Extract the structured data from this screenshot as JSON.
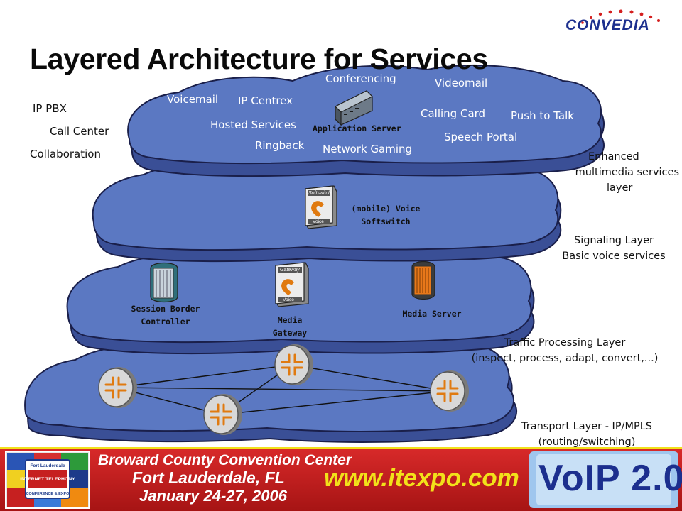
{
  "slide": {
    "title": "Layered Architecture for Services",
    "logo_text": "CONVEDIA"
  },
  "left_services": [
    "IP PBX",
    "Call Center",
    "Collaboration"
  ],
  "services": {
    "conferencing": "Conferencing",
    "videomail": "Videomail",
    "voicemail": "Voicemail",
    "ip_centrex": "IP Centrex",
    "calling_card": "Calling Card",
    "push_to_talk": "Push to Talk",
    "hosted_services": "Hosted Services",
    "speech_portal": "Speech Portal",
    "ringback": "Ringback",
    "network_gaming": "Network Gaming"
  },
  "devices": {
    "application_server": "Application Server",
    "softswitch": [
      "(mobile) Voice",
      "Softswitch"
    ],
    "softswitch_badge": "Softswitch",
    "voice_badge": "Voice",
    "gateway_badge": "Gateway",
    "session_border_controller": [
      "Session Border",
      "Controller"
    ],
    "media_gateway": [
      "Media",
      "Gateway"
    ],
    "media_server": "Media Server"
  },
  "layers": {
    "enhanced": [
      "Enhanced",
      "multimedia services",
      "layer"
    ],
    "signaling": [
      "Signaling Layer",
      "Basic voice services"
    ],
    "traffic": [
      "Traffic Processing Layer",
      "(inspect, process, adapt, convert,...)"
    ],
    "transport": [
      "Transport Layer - IP/MPLS",
      "(routing/switching)"
    ]
  },
  "banner": {
    "venue": "Broward County Convention Center",
    "city": "Fort Lauderdale, FL",
    "dates": "January 24-27, 2006",
    "url": "www.itexpo.com",
    "brand": "VoIP 2.0",
    "badge_top": "Fort Lauderdale",
    "badge_main": "INTERNET TELEPHONY",
    "badge_sub": "CONFERENCE & EXPO"
  },
  "colors": {
    "cloud_fill": "#5b78c2",
    "cloud_shadow": "#3a4f96",
    "cloud_outline": "#1a1f4a",
    "banner_red": "#c81e1e",
    "url_yellow": "#f2e11a",
    "brand_blue": "#1c2f8e"
  }
}
